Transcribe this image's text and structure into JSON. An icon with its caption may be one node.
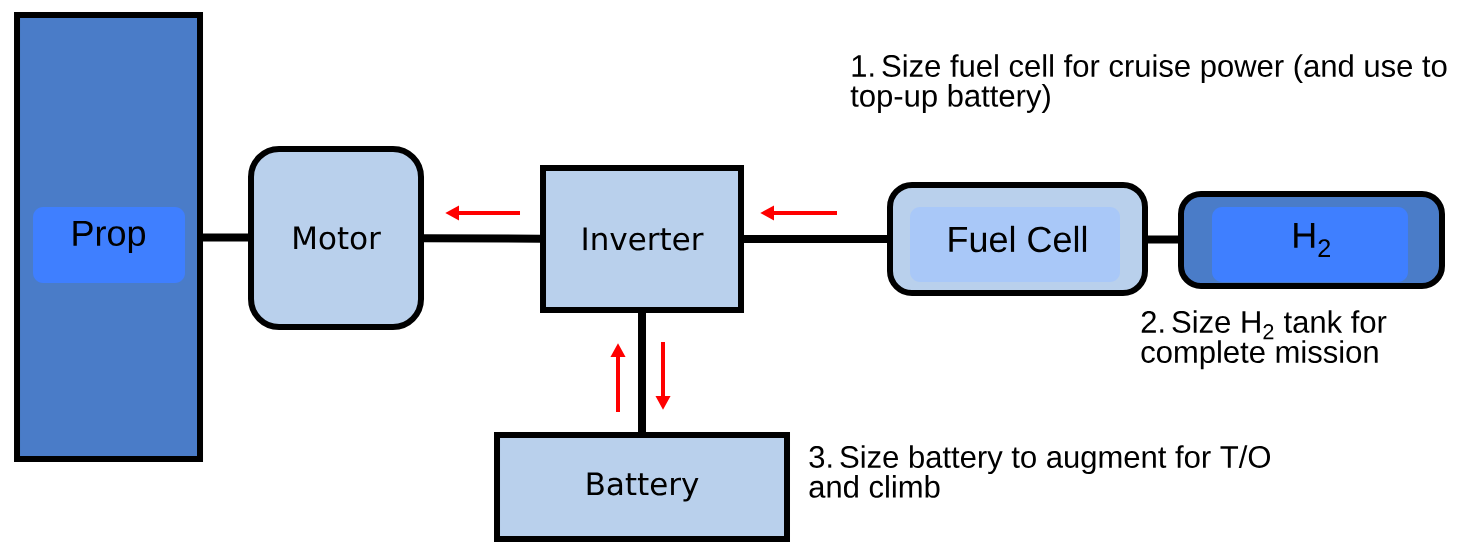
{
  "diagram": {
    "nodes": [
      {
        "text": [
          "Prop"
        ]
      },
      {
        "text": [
          "Motor"
        ]
      },
      {
        "text": [
          "Inverter"
        ]
      },
      {
        "text": [
          "Fuel Cell"
        ],
        "beside": [
          "1. Size fuel cell for cruise power (and use to top-up battery)"
        ]
      },
      {
        "text": [
          "H$_{2}$"
        ],
        "beside": [
          "2. Size H$_{2}$ tank for complete mission"
        ]
      },
      {
        "text": [
          "Battery"
        ],
        "beside": [
          "3. Size battery to augment for T/O and climb"
        ]
      }
    ],
    "edges": [
      {
        "from": 0,
        "to": 1,
        "arrow": "none"
      },
      {
        "from": 1,
        "to": 2,
        "arrow": "none"
      },
      {
        "from": 2,
        "to": 3,
        "arrow": "none"
      },
      {
        "from": 3,
        "to": 4,
        "arrow": "none"
      },
      {
        "from": 2,
        "to": 5,
        "arrow": "none"
      }
    ]
  }
}
